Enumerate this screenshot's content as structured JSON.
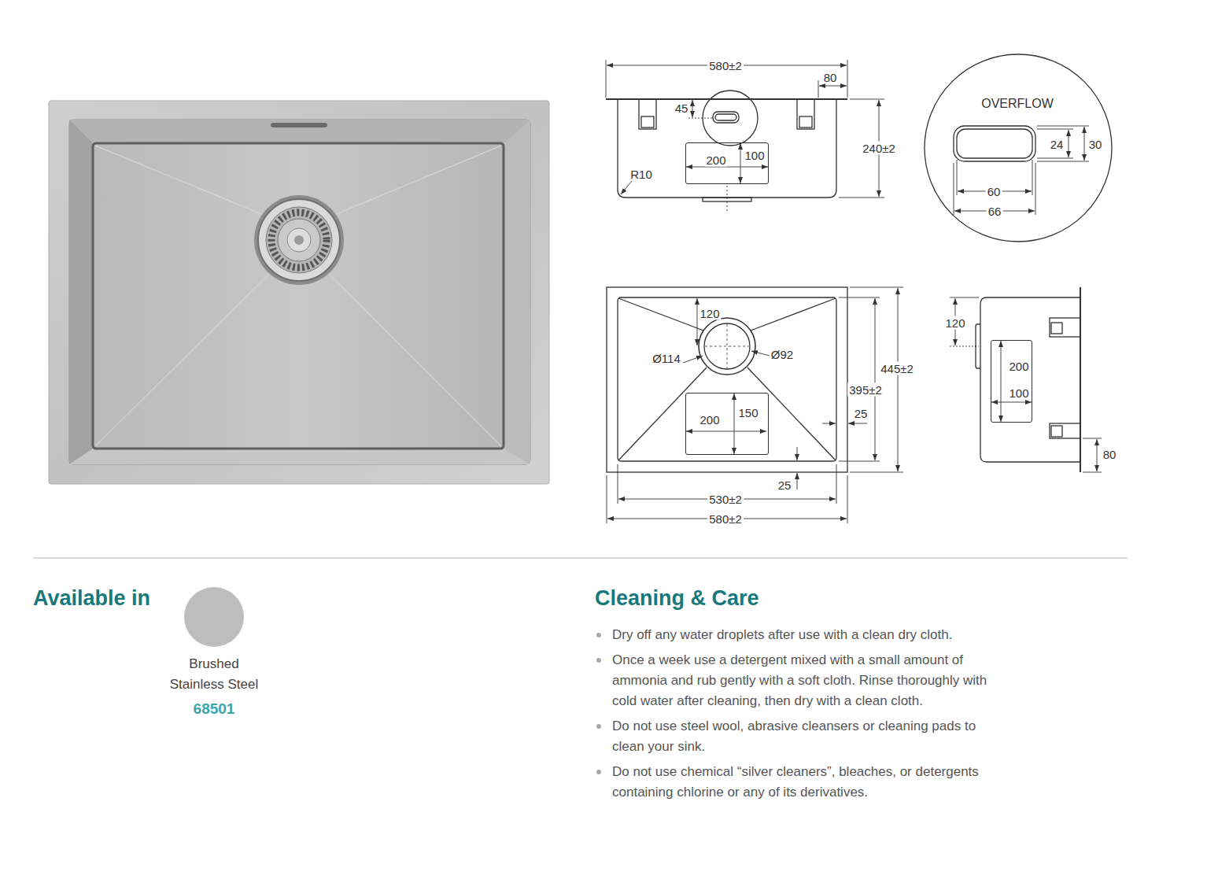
{
  "diagram": {
    "nodes": [
      {
        "text": [
          "200",
          "100"
        ]
      },
      {
        "text": [
          "OVERFLOW",
          "24",
          "30",
          "60",
          "66"
        ]
      },
      {
        "text": [
          "200",
          "150"
        ]
      },
      {
        "text": [
          "200",
          "100"
        ]
      }
    ],
    "labels": [
      "580±2",
      "80",
      "45",
      "R10",
      "240±2",
      "120",
      "Ø114",
      "Ø92",
      "445±2",
      "395±2",
      "25",
      "25",
      "530±2",
      "580±2",
      "120",
      "80",
      "Available in",
      "68501",
      "Cleaning & Care",
      "Dry off any water droplets after use with a clean dry cloth.",
      "Once a week use a detergent mixed with a small amount of ammonia and rub gently with a soft cloth. Rinse thoroughly with cold water after cleaning, then dry with a clean cloth.",
      "Do not use steel wool, abrasive cleansers or cleaning pads to clean your sink.",
      "Do not use chemical “silver cleaners”, bleaches, or detergents containing chlorine or any of its derivatives."
    ],
    "legend": [
      {
        "text": "Brushed Stainless Steel",
        "color": "#bdbdbd"
      }
    ]
  }
}
